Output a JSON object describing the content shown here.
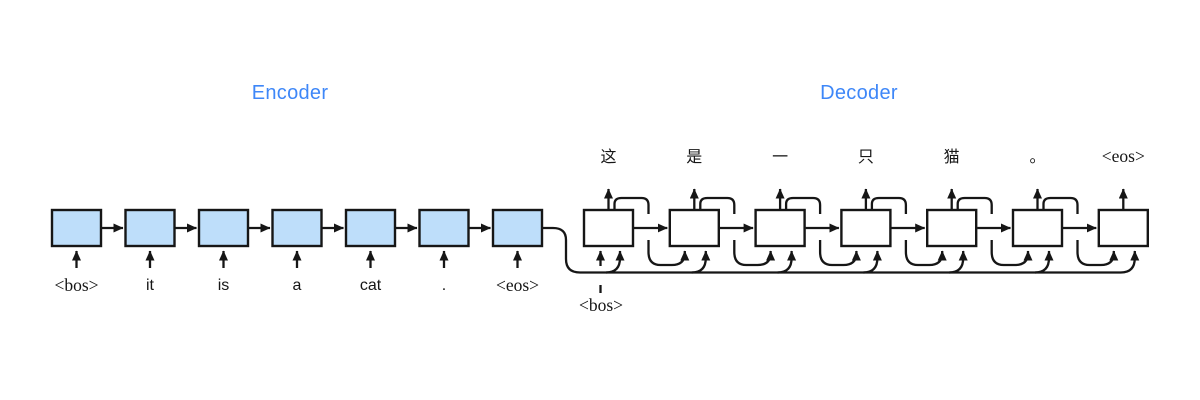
{
  "titles": {
    "encoder": "Encoder",
    "decoder": "Decoder"
  },
  "encoder": {
    "input_tokens": [
      "<bos>",
      "it",
      "is",
      "a",
      "cat",
      ".",
      "<eos>"
    ]
  },
  "decoder": {
    "bos_token": "<bos>",
    "output_tokens": [
      "这",
      "是",
      "一",
      "只",
      "猫",
      "。",
      "<eos>"
    ]
  },
  "colors": {
    "title": "#3e87f8",
    "encoder_box_fill": "#bedefa",
    "decoder_box_fill": "#ffffff",
    "line": "#161616"
  }
}
